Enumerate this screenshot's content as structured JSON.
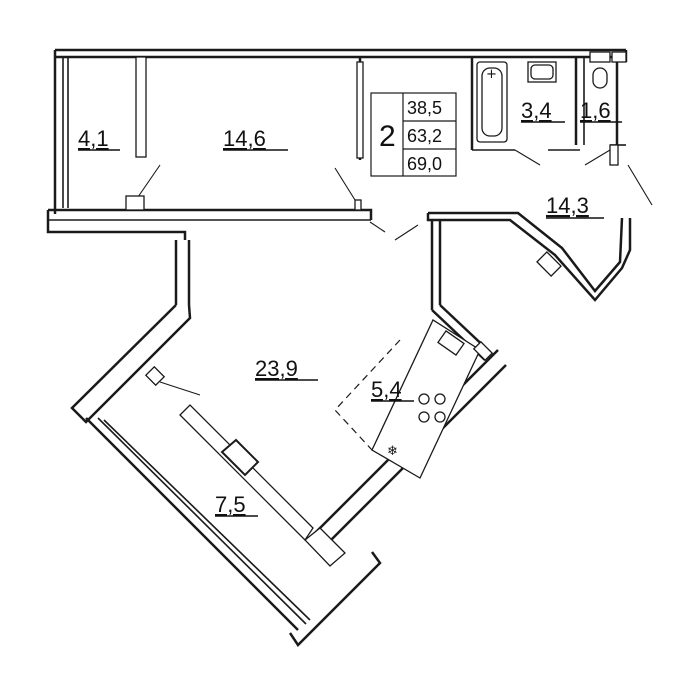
{
  "rooms": {
    "loggia_left_area": "4,1",
    "bedroom_area": "14,6",
    "bathroom_area": "3,4",
    "toilet_area": "1,6",
    "hall_area": "14,3",
    "living_area": "23,9",
    "kitchen_area": "5,4",
    "balcony_area": "7,5"
  },
  "summary": {
    "rooms_count": "2",
    "living_area": "38,5",
    "total_area": "63,2",
    "total_with_balcony": "69,0"
  },
  "icons": {
    "freezer_symbol": "❄",
    "sink_symbol": "+"
  }
}
